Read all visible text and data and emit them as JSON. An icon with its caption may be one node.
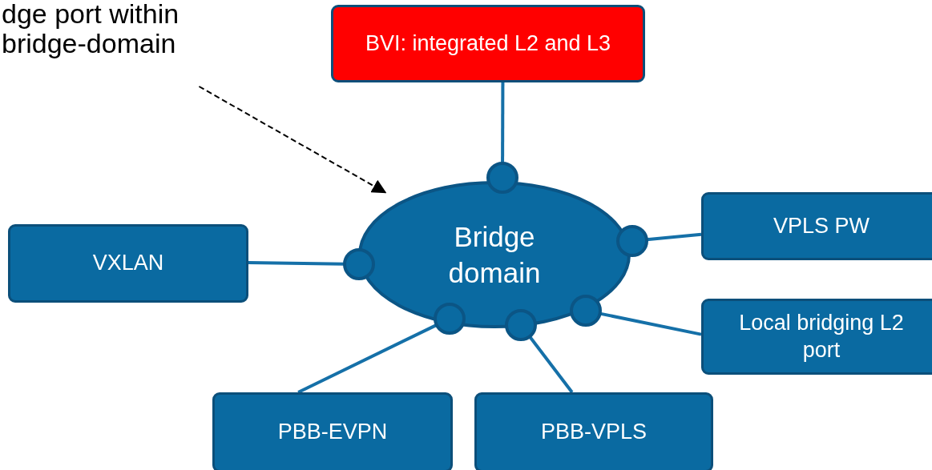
{
  "diagram": {
    "nodes": [
      {
        "text": [
          "dge port within bridge-domain"
        ]
      },
      {
        "text": [
          "BVI: integrated L2 and L3"
        ]
      },
      {
        "text": [
          "Bridge domain"
        ]
      },
      {
        "text": [
          "VXLAN"
        ]
      },
      {
        "text": [
          "VPLS PW"
        ]
      },
      {
        "text": [
          "Local bridging L2 port"
        ]
      },
      {
        "text": [
          "PBB-EVPN"
        ]
      },
      {
        "text": [
          "PBB-VPLS"
        ]
      },
      {
        "text": [],
        "shape": "circle"
      },
      {
        "text": [],
        "shape": "circle"
      },
      {
        "text": [],
        "shape": "circle"
      },
      {
        "text": [],
        "shape": "circle"
      },
      {
        "text": [],
        "shape": "circle"
      },
      {
        "text": [],
        "shape": "circle"
      }
    ],
    "edges": [
      {
        "from": 0,
        "to": 2,
        "arrow": "to",
        "style": "dashed",
        "color": "#000000"
      },
      {
        "from": 1,
        "to": 8,
        "arrow": "none"
      },
      {
        "from": 4,
        "to": 9,
        "arrow": "none"
      },
      {
        "from": 3,
        "to": 10,
        "arrow": "none"
      },
      {
        "from": 5,
        "to": 11,
        "arrow": "none"
      },
      {
        "from": 6,
        "to": 12,
        "arrow": "none"
      },
      {
        "from": 7,
        "to": 13,
        "arrow": "none"
      }
    ]
  }
}
